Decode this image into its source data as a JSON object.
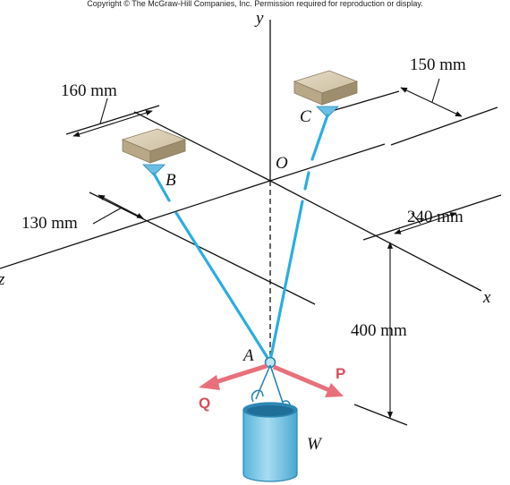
{
  "copyright": "Copyright © The McGraw-Hill Companies, Inc. Permission required for reproduction or display.",
  "axes": {
    "x": "x",
    "y": "y",
    "z": "z",
    "origin": "O"
  },
  "points": {
    "a": "A",
    "b": "B",
    "c": "C"
  },
  "weight": "W",
  "forces": {
    "p": "P",
    "q": "Q"
  },
  "dimensions": {
    "d150": "150 mm",
    "d160": "160 mm",
    "d130": "130 mm",
    "d240": "240 mm",
    "d400": "400 mm"
  },
  "colors": {
    "cable": "#2aaee0",
    "force": "#e8707a",
    "block_top": "#ddd0b6",
    "bucket": "#79c7e6"
  }
}
